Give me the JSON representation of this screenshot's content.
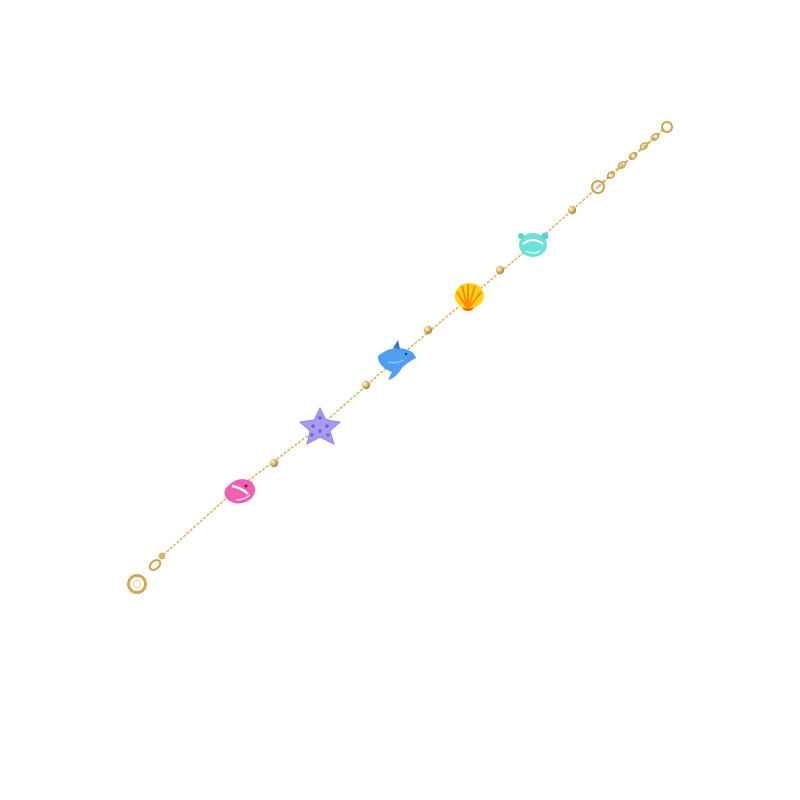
{
  "photo": {
    "background": "#ffffff",
    "subject": "bracelet",
    "metal_color": "#d6b56a",
    "metal_shadow": "#b89445",
    "charms": [
      {
        "name": "fish",
        "color": "#f25fb0",
        "accent": "#ffffff"
      },
      {
        "name": "starfish",
        "color": "#a99af0",
        "accent": "#6f5fd6"
      },
      {
        "name": "dolphin",
        "color": "#4f9ff0",
        "accent": "#2f78d0"
      },
      {
        "name": "seashell",
        "color": "#ffd21a",
        "accent": "#ff8a00"
      },
      {
        "name": "turtle",
        "color": "#6fe0d8",
        "accent": "#ffffff"
      }
    ]
  }
}
